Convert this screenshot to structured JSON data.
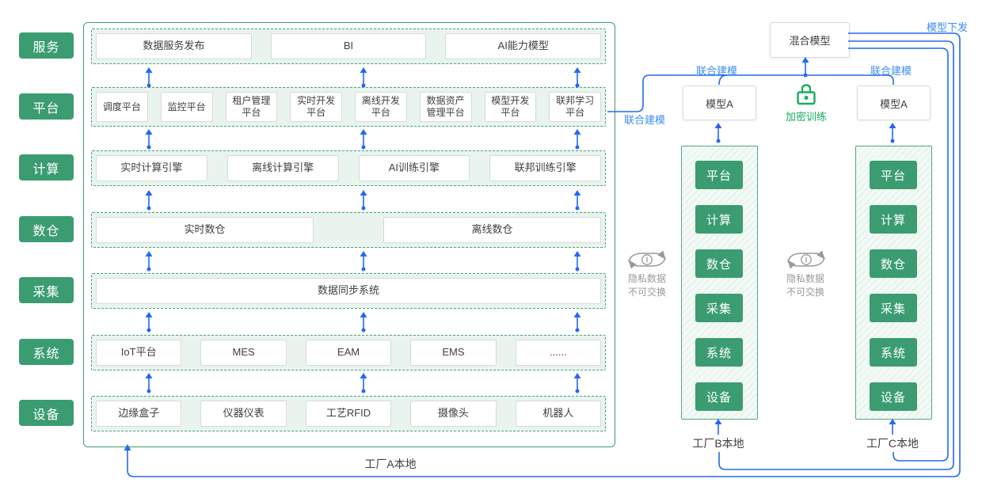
{
  "sidebar": {
    "layers": [
      "服务",
      "平台",
      "计算",
      "数仓",
      "采集",
      "系统",
      "设备"
    ]
  },
  "factory_a": {
    "label": "工厂A本地",
    "rows": [
      {
        "name": "service",
        "boxes": [
          "数据服务发布",
          "BI",
          "AI能力模型"
        ]
      },
      {
        "name": "platform",
        "boxes": [
          "调度平台",
          "监控平台",
          "租户管理平台",
          "实时开发平台",
          "离线开发平台",
          "数据资产管理平台",
          "模型开发平台",
          "联邦学习平台"
        ]
      },
      {
        "name": "computing",
        "boxes": [
          "实时计算引擎",
          "离线计算引擎",
          "AI训练引擎",
          "联邦训练引擎"
        ]
      },
      {
        "name": "warehouse",
        "boxes": [
          "实时数仓",
          "离线数仓"
        ]
      },
      {
        "name": "collection",
        "boxes": [
          "数据同步系统"
        ]
      },
      {
        "name": "system",
        "boxes": [
          "IoT平台",
          "MES",
          "EAM",
          "EMS",
          "......"
        ]
      },
      {
        "name": "device",
        "boxes": [
          "边缘盒子",
          "仪器仪表",
          "工艺RFID",
          "摄像头",
          "机器人"
        ]
      }
    ]
  },
  "federation": {
    "hybrid_model": "混合模型",
    "model_a_left": "模型A",
    "model_a_right": "模型A",
    "joint_modeling_label_left": "联合建模",
    "joint_modeling_label_mid": "联合建模",
    "joint_modeling_label_right": "联合建模",
    "model_distribution_label": "模型下发",
    "encrypted_training_label": "加密训练",
    "privacy_note_line1": "隐私数据",
    "privacy_note_line2": "不可交换",
    "icons": {
      "lock": "lock-icon",
      "exchange_blocked": "no-exchange-icon"
    }
  },
  "factory_b": {
    "label": "工厂B本地",
    "stack": [
      "平台",
      "计算",
      "数仓",
      "采集",
      "系统",
      "设备"
    ]
  },
  "factory_c": {
    "label": "工厂C本地",
    "stack": [
      "平台",
      "计算",
      "数仓",
      "采集",
      "系统",
      "设备"
    ]
  },
  "colors": {
    "green": "#3B9C72",
    "light_green_fill": "#E9F4EE",
    "dashed_border_green": "#43A67D",
    "line_blue": "#2468F2",
    "label_blue": "#3E8EF7",
    "lock_green": "#18AD5E",
    "gray": "#999999",
    "box_border": "#D9D9D9",
    "text": "#404040"
  }
}
